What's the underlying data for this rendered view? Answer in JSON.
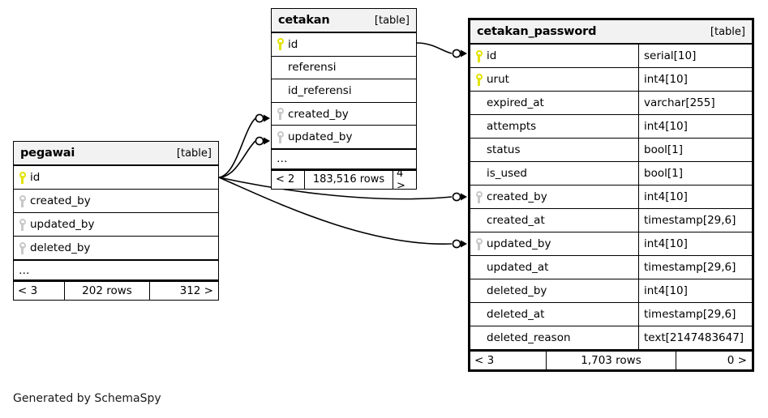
{
  "diagram": {
    "credit": "Generated by SchemaSpy",
    "table_tag": "[table]",
    "ellipsis": "…",
    "colors": {
      "primary_key": "#e3e300",
      "foreign_key": "#c8c8c8",
      "header_bg": "#f2f2f2",
      "border": "#000000",
      "background": "#ffffff"
    }
  },
  "tables": [
    {
      "id": "pegawai",
      "name": "pegawai",
      "tag": "[table]",
      "focal": false,
      "show_types": false,
      "columns": [
        {
          "name": "id",
          "key": "pk",
          "type": ""
        },
        {
          "name": "created_by",
          "key": "fk",
          "type": ""
        },
        {
          "name": "updated_by",
          "key": "fk",
          "type": ""
        },
        {
          "name": "deleted_by",
          "key": "fk",
          "type": ""
        }
      ],
      "has_more": true,
      "footer": {
        "left": "< 3",
        "center": "202 rows",
        "right": "312 >"
      }
    },
    {
      "id": "cetakan",
      "name": "cetakan",
      "tag": "[table]",
      "focal": false,
      "show_types": false,
      "columns": [
        {
          "name": "id",
          "key": "pk",
          "type": ""
        },
        {
          "name": "referensi",
          "key": "none",
          "type": ""
        },
        {
          "name": "id_referensi",
          "key": "none",
          "type": ""
        },
        {
          "name": "created_by",
          "key": "fk",
          "type": ""
        },
        {
          "name": "updated_by",
          "key": "fk",
          "type": ""
        }
      ],
      "has_more": true,
      "footer": {
        "left": "< 2",
        "center": "183,516 rows",
        "right": "4 >"
      }
    },
    {
      "id": "cetakan-password",
      "name": "cetakan_password",
      "tag": "[table]",
      "focal": true,
      "show_types": true,
      "columns": [
        {
          "name": "id",
          "key": "pk",
          "type": "serial[10]"
        },
        {
          "name": "urut",
          "key": "pk",
          "type": "int4[10]"
        },
        {
          "name": "expired_at",
          "key": "none",
          "type": "varchar[255]"
        },
        {
          "name": "attempts",
          "key": "none",
          "type": "int4[10]"
        },
        {
          "name": "status",
          "key": "none",
          "type": "bool[1]"
        },
        {
          "name": "is_used",
          "key": "none",
          "type": "bool[1]"
        },
        {
          "name": "created_by",
          "key": "fk",
          "type": "int4[10]"
        },
        {
          "name": "created_at",
          "key": "none",
          "type": "timestamp[29,6]"
        },
        {
          "name": "updated_by",
          "key": "fk",
          "type": "int4[10]"
        },
        {
          "name": "updated_at",
          "key": "none",
          "type": "timestamp[29,6]"
        },
        {
          "name": "deleted_by",
          "key": "none",
          "type": "int4[10]"
        },
        {
          "name": "deleted_at",
          "key": "none",
          "type": "timestamp[29,6]"
        },
        {
          "name": "deleted_reason",
          "key": "none",
          "type": "text[2147483647]"
        }
      ],
      "has_more": false,
      "footer": {
        "left": "< 3",
        "center": "1,703 rows",
        "right": "0 >"
      }
    }
  ],
  "relationships": [
    {
      "from": "cetakan.id",
      "to": "cetakan_password.id"
    },
    {
      "from": "pegawai.id",
      "to": "cetakan.created_by"
    },
    {
      "from": "pegawai.id",
      "to": "cetakan.updated_by"
    },
    {
      "from": "pegawai.id",
      "to": "cetakan_password.created_by"
    },
    {
      "from": "pegawai.id",
      "to": "cetakan_password.updated_by"
    }
  ]
}
